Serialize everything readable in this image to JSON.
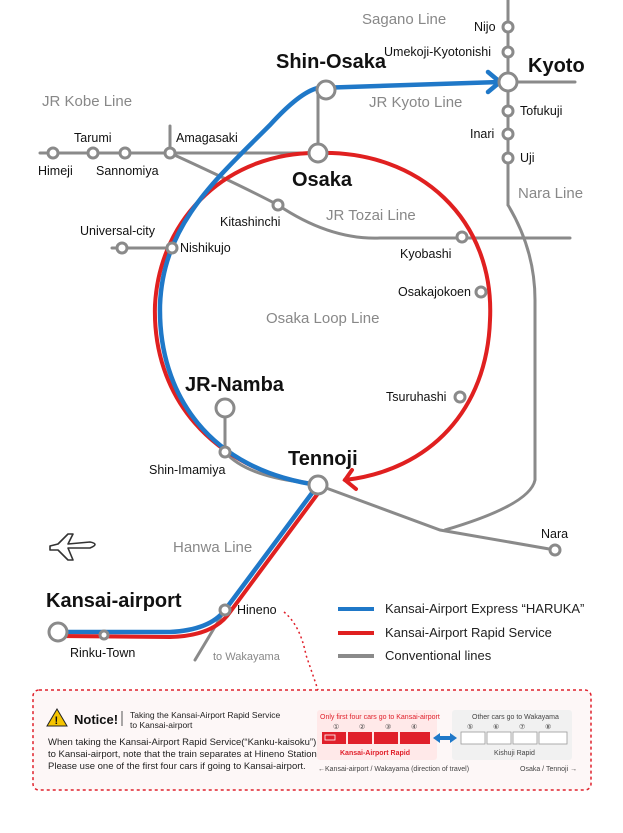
{
  "colors": {
    "haruka": "#1f78c8",
    "rapid": "#e02020",
    "conventional": "#8a8a8a",
    "notice_border": "#e0202b",
    "warning_yellow": "#f5c400"
  },
  "stations": {
    "shin_osaka": "Shin-Osaka",
    "kyoto": "Kyoto",
    "nijo": "Nijo",
    "umekoji": "Umekoji-Kyotonishi",
    "tofukuji": "Tofukuji",
    "inari": "Inari",
    "uji": "Uji",
    "amagasaki": "Amagasaki",
    "tarumi": "Tarumi",
    "himeji": "Himeji",
    "sannomiya": "Sannomiya",
    "osaka": "Osaka",
    "kitashinchi": "Kitashinchi",
    "universal_city": "Universal-city",
    "nishikujo": "Nishikujo",
    "kyobashi": "Kyobashi",
    "osakajokoen": "Osakajokoen",
    "jr_namba": "JR-Namba",
    "tsuruhashi": "Tsuruhashi",
    "shin_imamiya": "Shin-Imamiya",
    "tennoji": "Tennoji",
    "nara": "Nara",
    "kansai_airport": "Kansai-airport",
    "hineno": "Hineno",
    "rinku_town": "Rinku-Town"
  },
  "lines": {
    "sagano": "Sagano Line",
    "kobe": "JR Kobe Line",
    "kyoto": "JR Kyoto Line",
    "tozai": "JR Tozai Line",
    "nara": "Nara Line",
    "loop": "Osaka Loop Line",
    "hanwa": "Hanwa Line",
    "to_wakayama": "to Wakayama"
  },
  "legend": {
    "haruka": "Kansai-Airport Express “HARUKA”",
    "rapid": "Kansai-Airport Rapid Service",
    "conventional": "Conventional lines"
  },
  "notice": {
    "title": "Notice!",
    "subtitle_1": "Taking the Kansai-Airport Rapid Service",
    "subtitle_2": "to Kansai-airport",
    "body_1": "When taking the Kansai-Airport Rapid Service(“Kanku-kaisoku”)",
    "body_2": "to Kansai-airport, note that the train separates at Hineno Station.",
    "body_3": "Please use one of the first four cars if going to Kansai-airport.",
    "first_cars": "Only first four cars go to Kansai-airport",
    "other_cars": "Other cars go to Wakayama",
    "rapid_label": "Kansai-Airport Rapid",
    "kishuji_label": "Kishuji Rapid",
    "direction_left": "←Kansai-airport / Wakayama (direction of travel)",
    "direction_right": "Osaka / Tennoji →",
    "car_numbers": [
      "①",
      "②",
      "③",
      "④",
      "⑤",
      "⑥",
      "⑦",
      "⑧"
    ]
  }
}
